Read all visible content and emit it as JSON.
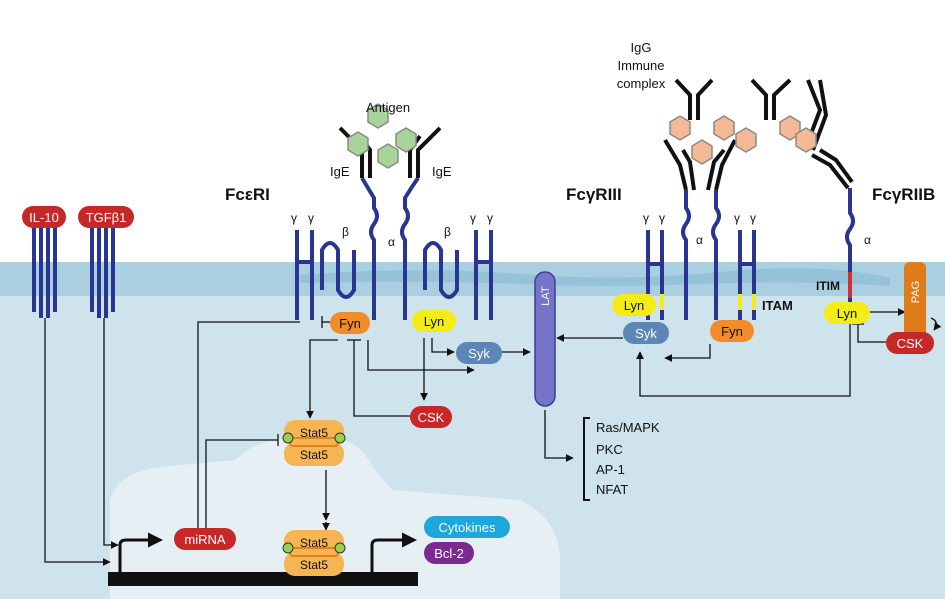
{
  "receptors": {
    "fceri": "FcεRI",
    "fcgriii": "FcγRIII",
    "fcgriib": "FcγRIIB"
  },
  "subunits": {
    "gamma": "γ",
    "beta": "β",
    "alpha": "α"
  },
  "labels": {
    "antigen": "Antigen",
    "ige": "IgE",
    "igg_line1": "IgG",
    "igg_line2": "Immune",
    "igg_line3": "complex",
    "itam": "ITAM",
    "itim": "ITIM",
    "lat": "LAT",
    "pag": "PAG"
  },
  "cytokine_receptors": {
    "il10": "IL-10",
    "tgfb1": "TGFβ1"
  },
  "molecules": {
    "fyn": "Fyn",
    "lyn": "Lyn",
    "syk": "Syk",
    "csk": "CSK",
    "stat5": "Stat5",
    "mirna": "miRNA",
    "cytokines": "Cytokines",
    "bcl2": "Bcl-2"
  },
  "downstream": [
    "Ras/MAPK",
    "PKC",
    "AP-1",
    "NFAT"
  ],
  "colors": {
    "membrane_blue": "#283593",
    "fyn": "#f28c28",
    "lyn": "#f4ec19",
    "syk": "#5b86b5",
    "csk": "#c62828",
    "stat5": "#f6b553",
    "dimer_bar": "#e0831f",
    "mirna": "#c62828",
    "cytokines": "#1ea7db",
    "bcl2": "#7b2a8e",
    "il10": "#c62828",
    "lat": "#7474c8",
    "pag": "#e07b1a",
    "antigen": "#a8d49a",
    "igg_antigen": "#f3b894",
    "cytoplasm": "#cfe3ec",
    "nucleus": "#e6f0f4"
  }
}
